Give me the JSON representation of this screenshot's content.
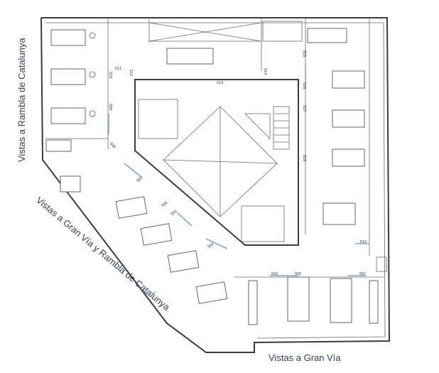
{
  "views": {
    "left": "Vistas a Rambla de Catalunya",
    "diagonal": "Vistas a Gran Vía y Rambla de Catalunya",
    "bottom": "Vistas a Gran Vía"
  },
  "rooms": {
    "r501": "501",
    "r502": "502",
    "r503": "503",
    "r504": "504",
    "r505": "505",
    "r506": "506",
    "r507": "507",
    "r508": "508",
    "r509": "509",
    "r510": "510",
    "r511": "511",
    "r512": "512",
    "r513": "513",
    "r514": "514",
    "r515": "515",
    "r516": "516",
    "r517": "517",
    "r518": "518",
    "r519": "519"
  },
  "colors": {
    "label": "#2f3f5a",
    "glass": "#7aaad8",
    "wall": "#3c3c3c"
  }
}
